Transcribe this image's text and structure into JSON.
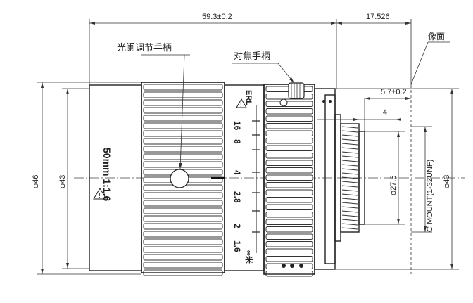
{
  "dimensions": {
    "length": "59.3±0.2",
    "flange_distance": "17.526",
    "mount_protrusion": "5.7±0.2",
    "mount_step": "4",
    "outer_diameter": "φ46",
    "inner_diameter": "φ43",
    "mount_thread_diameter": "φ27.6",
    "right_diameter": "φ43",
    "mount_spec": "C MOUNT(1-32UNF)"
  },
  "callouts": {
    "iris_handle": "光阑调节手柄",
    "focus_handle": "对焦手柄",
    "image_plane": "像面"
  },
  "lens_markings": {
    "model": "50mm 1:1.6",
    "warning_symbol": "!",
    "focus_near": "ERL",
    "focus_far": "∞米",
    "aperture_scale": [
      "16",
      "8",
      "4",
      "2.8",
      "2",
      "1.6"
    ]
  }
}
